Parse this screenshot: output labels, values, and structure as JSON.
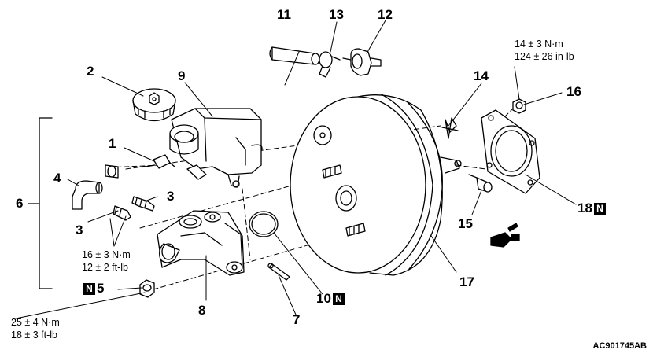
{
  "labels": {
    "l1": "1",
    "l2": "2",
    "l3a": "3",
    "l3b": "3",
    "l4": "4",
    "l5": "5",
    "l6": "6",
    "l7": "7",
    "l8": "8",
    "l9": "9",
    "l10": "10",
    "l11": "11",
    "l12": "12",
    "l13": "13",
    "l14": "14",
    "l15": "15",
    "l16": "16",
    "l17": "17",
    "l18": "18"
  },
  "badge_text": "N",
  "torque": {
    "t16": {
      "line1": "14 ± 3 N·m",
      "line2": "124 ± 26 in-lb"
    },
    "t3": {
      "line1": "16 ± 3 N·m",
      "line2": "12 ± 2 ft-lb"
    },
    "t5": {
      "line1": "25 ± 4 N·m",
      "line2": "18 ± 3 ft-lb"
    }
  },
  "figure_code": "AC901745AB"
}
